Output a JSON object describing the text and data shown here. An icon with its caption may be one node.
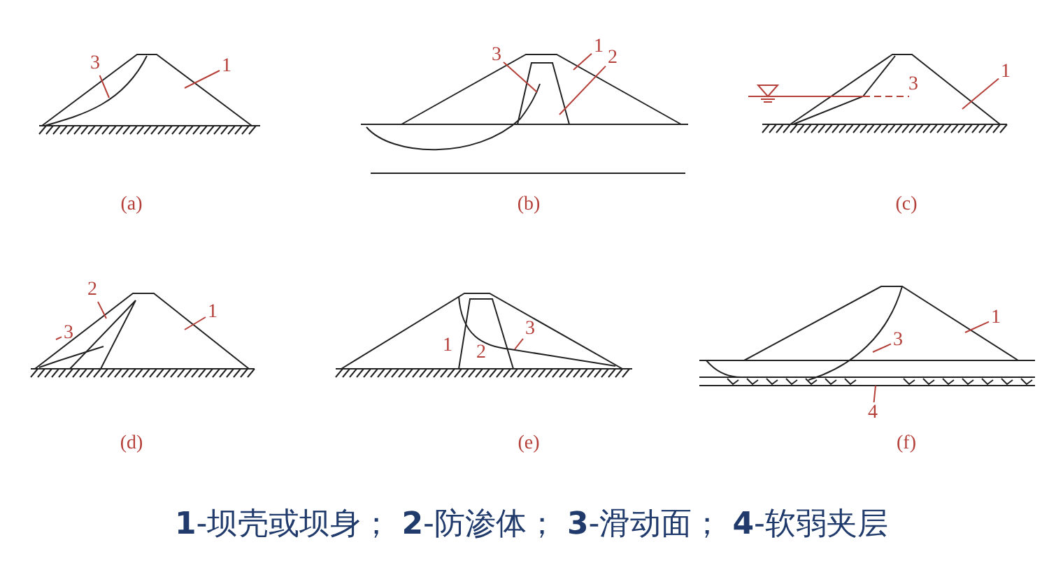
{
  "diagram": {
    "caption": "**1**-坝壳或坝身； **2**-防渗体； **3**-滑动面； **4**-软弱夹层",
    "nodes": [
      {
        "text": [
          "3"
        ]
      },
      {
        "text": [
          "1"
        ]
      },
      {
        "text": [
          "3"
        ]
      },
      {
        "text": [
          "1"
        ]
      },
      {
        "text": [
          "2"
        ]
      },
      {
        "text": [
          "1"
        ]
      },
      {
        "text": [
          "2"
        ]
      },
      {
        "text": [
          "3"
        ]
      },
      {
        "text": [
          "1"
        ]
      },
      {
        "text": [
          "3"
        ]
      },
      {
        "text": [
          "1"
        ]
      },
      {
        "text": [
          "3"
        ]
      },
      {
        "text": [
          "4"
        ]
      },
      {
        "text": [],
        "shape": "bar"
      }
    ],
    "edges": [
      {
        "from": 0,
        "to": null,
        "arrow": "none"
      },
      {
        "from": 1,
        "to": null,
        "arrow": "none"
      },
      {
        "from": 2,
        "to": null,
        "arrow": "none"
      },
      {
        "from": 3,
        "to": null,
        "arrow": "none"
      },
      {
        "from": 4,
        "to": null,
        "arrow": "none"
      },
      {
        "from": 5,
        "to": null,
        "arrow": "none"
      },
      {
        "from": 6,
        "to": null,
        "arrow": "none"
      },
      {
        "from": 7,
        "to": null,
        "arrow": "none"
      },
      {
        "from": 8,
        "to": null,
        "arrow": "none"
      },
      {
        "from": 9,
        "to": null,
        "arrow": "none"
      },
      {
        "from": 10,
        "to": null,
        "arrow": "none"
      },
      {
        "from": 11,
        "to": null,
        "arrow": "none"
      },
      {
        "from": 12,
        "to": 13,
        "arrow": "none"
      }
    ],
    "labels": [
      "3",
      "(a)",
      "(b)",
      "(c)",
      "1",
      "2",
      "(d)",
      "(e)",
      "(f)"
    ]
  }
}
